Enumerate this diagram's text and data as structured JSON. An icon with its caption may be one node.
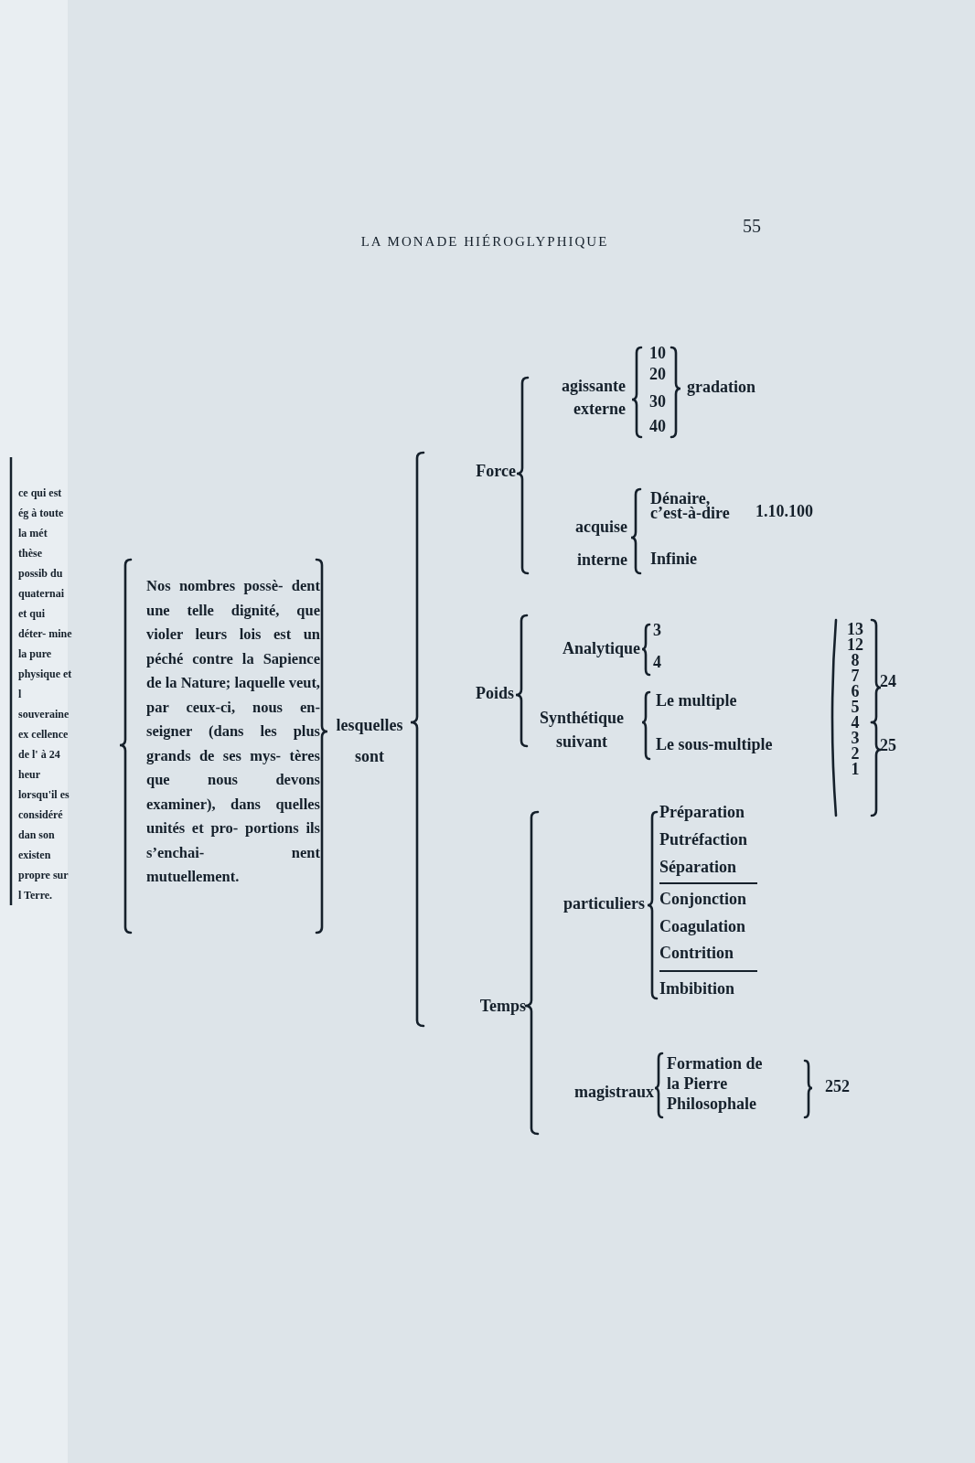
{
  "diagram": {
    "title": "LA MONADE HIÉROGLYPHIQUE",
    "labels": [
      "55",
      "ce qui est ég à toute la mét thèse possib du quaternai et qui déter- mine la pure physique et l souveraine ex cellence de l' à 24 heur lorsqu'il es considéré dan son existen propre sur l Terre.",
      "Nos nombres possè- dent une telle dignité, que violer leurs lois est un péché contre la Sapience de la Nature; laquelle veut, par ceux-ci, nous en- seigner (dans les plus grands de ses mys- tères que nous devons examiner), dans quelles unités et pro- portions ils s’enchai- nent mutuellement.",
      "lesquelles sont",
      "Force",
      "agissante externe",
      "10",
      "20",
      "30",
      "40",
      "gradation",
      "acquise interne",
      "Dénaire, c’est-à-dire",
      "1.10.100",
      "Infinie",
      "Poids",
      "Analytique",
      "3",
      "4",
      "Synthétique suivant",
      "Le multiple",
      "Le sous-multiple",
      "13",
      "12",
      "8",
      "7",
      "6",
      "5",
      "4",
      "3",
      "2",
      "1",
      "24",
      "25",
      "Temps",
      "particuliers",
      "Préparation",
      "Putréfaction",
      "Séparation",
      "Conjonction",
      "Coagulation",
      "Contrition",
      "Imbibition",
      "magistraux",
      "Formation de la Pierre Philosophale",
      "252"
    ]
  }
}
